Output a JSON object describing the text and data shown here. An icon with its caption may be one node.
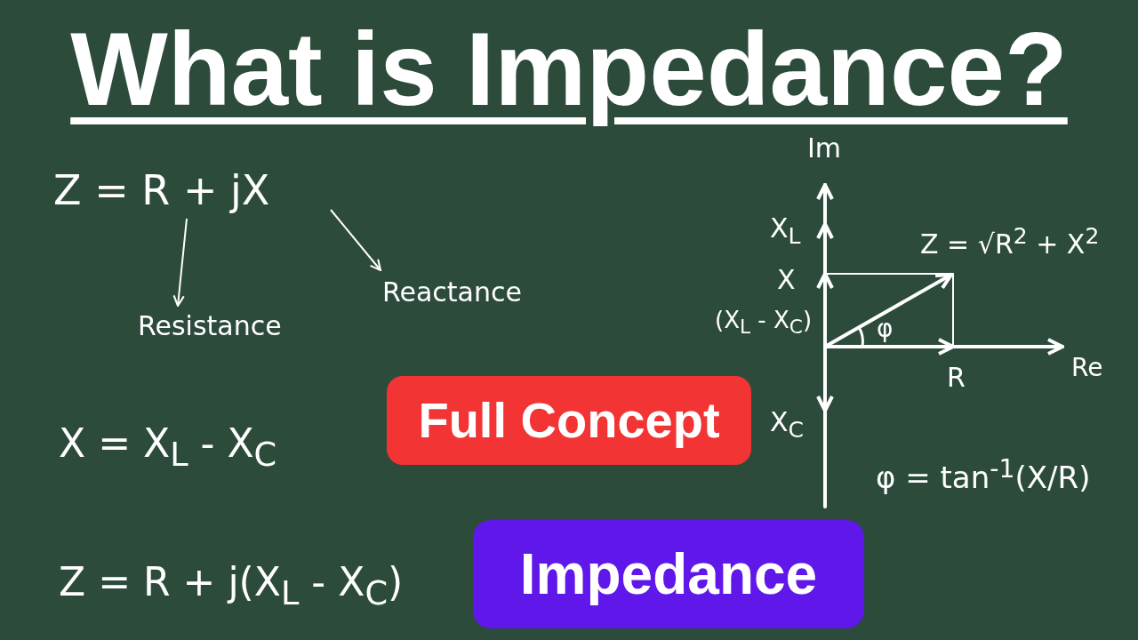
{
  "diagram": {
    "title": "What is Impedance?",
    "nodes": [
      {
        "text": [
          "Z = R + jX"
        ]
      },
      {
        "text": [
          "Resistance"
        ]
      },
      {
        "text": [
          "Reactance"
        ]
      },
      {
        "text": [
          "Full Concept"
        ]
      },
      {
        "text": [
          "Impedance"
        ]
      }
    ],
    "edges": [
      {
        "from": 0,
        "to": 1,
        "arrow": "to"
      },
      {
        "from": 0,
        "to": 2,
        "arrow": "to"
      }
    ],
    "labels": [
      "X = X$_{L}$ - X$_{C}$",
      "Z = R + j(X$_{L}$ - X$_{C}$)",
      "Im",
      "X$_{L}$",
      "Z = √R$^{2}$ + X$^{2}$",
      "X",
      "(X$_{L}$ - X$_{C}$)",
      "φ",
      "R",
      "Re",
      "X$_{C}$",
      "φ = tan$^{-1}$(X/R)"
    ]
  }
}
